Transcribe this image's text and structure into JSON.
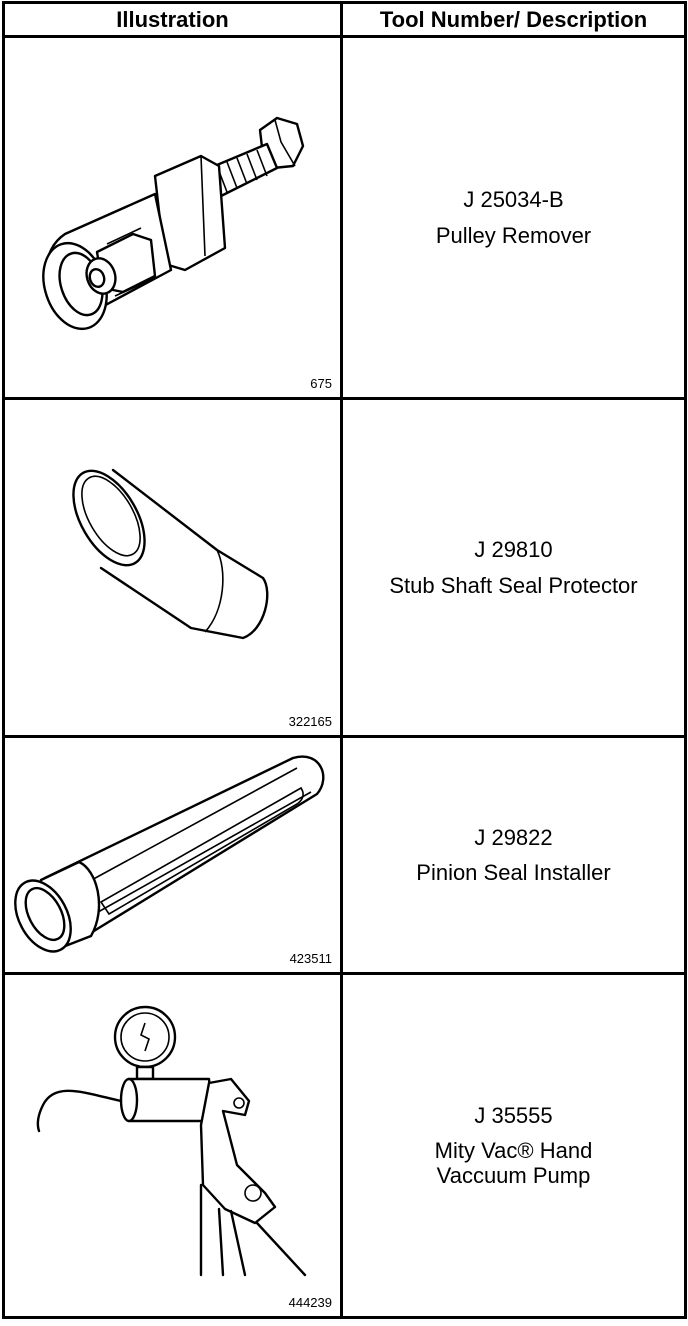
{
  "table": {
    "headers": {
      "illustration": "Illustration",
      "tool": "Tool Number/ Description"
    },
    "rows": [
      {
        "figure_number": "675",
        "tool_number": "J 25034-B",
        "description": "Pulley Remover",
        "icon": "pulley-remover-icon"
      },
      {
        "figure_number": "322165",
        "tool_number": "J 29810",
        "description": "Stub Shaft Seal Protector",
        "icon": "seal-protector-icon"
      },
      {
        "figure_number": "423511",
        "tool_number": "J 29822",
        "description": "Pinion Seal Installer",
        "icon": "seal-installer-icon"
      },
      {
        "figure_number": "444239",
        "tool_number": "J 35555",
        "description": "Mity Vac® Hand\nVaccuum Pump",
        "icon": "vacuum-pump-icon"
      }
    ]
  }
}
